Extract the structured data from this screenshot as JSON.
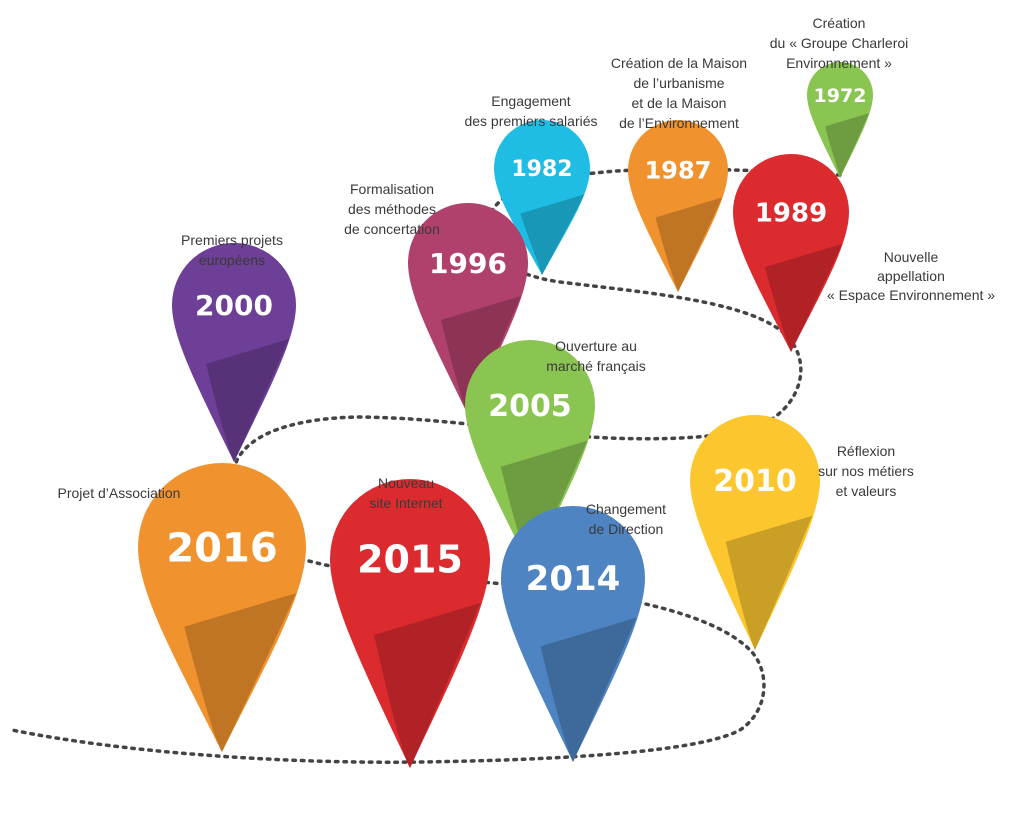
{
  "milestones": [
    {
      "year": "1972",
      "color": "#8ac451",
      "caption": [
        "Création",
        "du « Groupe Charleroi",
        "Environnement »"
      ]
    },
    {
      "year": "1982",
      "color": "#1fbde4",
      "caption": [
        "Engagement",
        "des premiers salariés"
      ]
    },
    {
      "year": "1987",
      "color": "#f0922e",
      "caption": [
        "Création de la Maison",
        "de l’urbanisme",
        "et de la Maison",
        "de l’Environnement"
      ]
    },
    {
      "year": "1989",
      "color": "#dc2b2e",
      "caption": [
        "Nouvelle",
        "appellation",
        "« Espace Environnement »"
      ]
    },
    {
      "year": "1996",
      "color": "#b0406c",
      "caption": [
        "Formalisation",
        "des méthodes",
        "de concertation"
      ]
    },
    {
      "year": "2000",
      "color": "#6e3f96",
      "caption": [
        "Premiers projets",
        "européens"
      ]
    },
    {
      "year": "2005",
      "color": "#8ac451",
      "caption": [
        "Ouverture au",
        "marché français"
      ]
    },
    {
      "year": "2010",
      "color": "#fcc72e",
      "caption": [
        "Réflexion",
        "sur nos métiers",
        "et valeurs"
      ]
    },
    {
      "year": "2014",
      "color": "#4e84c2",
      "caption": [
        "Changement",
        "de Direction"
      ]
    },
    {
      "year": "2015",
      "color": "#dc2b2e",
      "caption": [
        "Nouveau",
        "site Internet"
      ]
    },
    {
      "year": "2016",
      "color": "#f0922e",
      "caption": [
        "Projet d’Association"
      ]
    }
  ]
}
